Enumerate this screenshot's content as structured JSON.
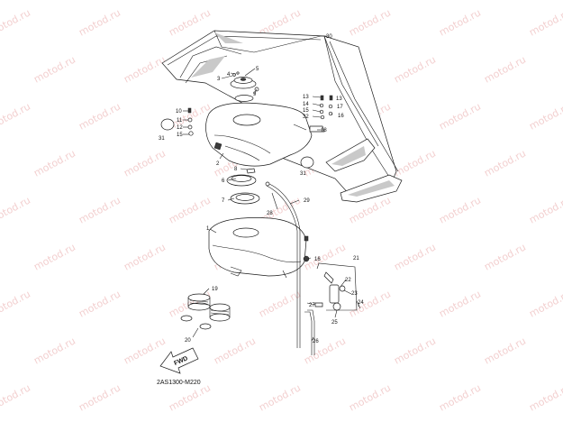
{
  "watermark_text": "motod.ru",
  "diagram_code": "2AS1300-M220",
  "fwd_label": "FWD",
  "callouts": {
    "c1": "1",
    "c2": "2",
    "c3": "3",
    "c4": "4",
    "c5": "5",
    "c6": "6",
    "c7": "7",
    "c8": "8",
    "c9": "9",
    "c10": "10",
    "c11": "11",
    "c12": "12",
    "c13a": "13",
    "c13b": "13",
    "c14": "14",
    "c15a": "15",
    "c15b": "15",
    "c16a": "16",
    "c16b": "16",
    "c17": "17",
    "c18": "18",
    "c19": "19",
    "c20": "20",
    "c21": "21",
    "c22": "22",
    "c23": "23",
    "c24": "24",
    "c25": "25",
    "c26": "26",
    "c27": "27",
    "c28": "28",
    "c29": "29",
    "c30": "30",
    "c31a": "31",
    "c31b": "31",
    "c32": "32"
  },
  "colors": {
    "line": "#1a1a1a",
    "watermark": "#e9a9a9",
    "background": "#ffffff"
  }
}
